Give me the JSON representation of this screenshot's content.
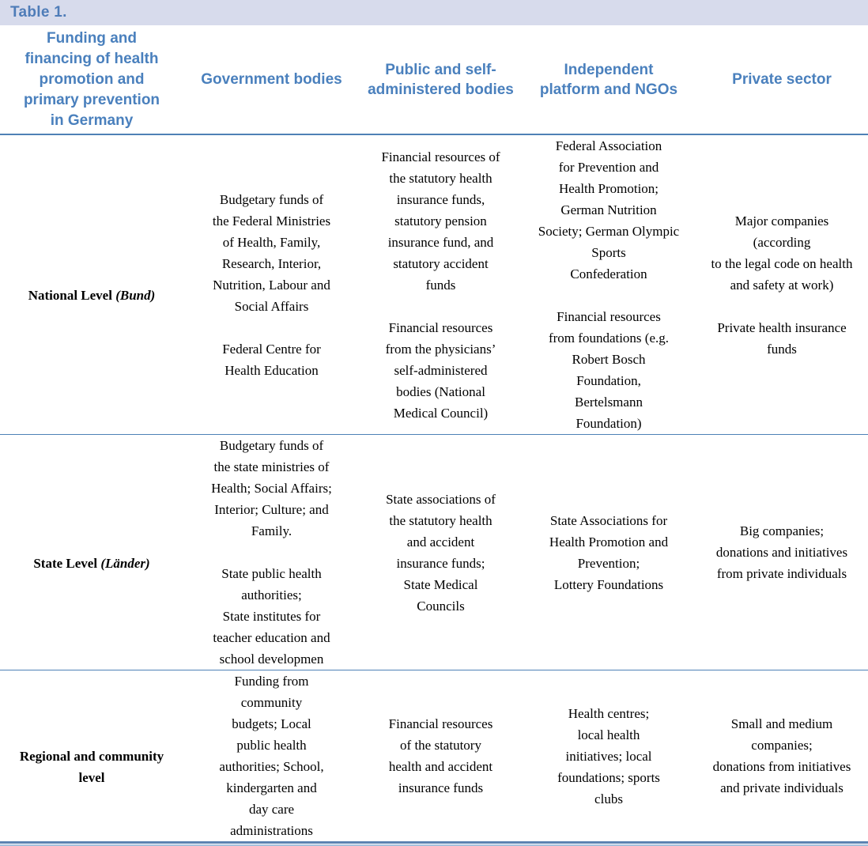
{
  "title_bar": {
    "label": "Table 1."
  },
  "colors": {
    "title_bar_background": "#d7dbec",
    "header_text": "#4a80bd",
    "rule_line": "#4e81b6",
    "bottom_rule_dark": "#5c82b1",
    "bottom_rule_light": "#a4bfdc",
    "body_text": "#000000"
  },
  "table": {
    "corner_header": "Funding and\nfinancing of health\npromotion and\nprimary prevention\nin Germany",
    "column_headers": {
      "government": "Government bodies",
      "public_bodies": "Public and self-\nadministered bodies",
      "ngos": "Independent\nplatform and NGOs",
      "private_sector": "Private sector"
    },
    "rows": [
      {
        "label": {
          "text": "National Level ",
          "italic": "(Bund)"
        },
        "government": [
          "Budgetary funds of\nthe Federal Ministries\nof Health, Family,\nResearch, Interior,\nNutrition, Labour and\nSocial Affairs",
          "Federal Centre for\nHealth Education"
        ],
        "public_bodies": [
          "Financial resources of\nthe statutory health\ninsurance funds,\nstatutory pension\ninsurance fund, and\nstatutory accident\nfunds",
          "Financial resources\nfrom the physicians’\nself-administered\nbodies (National\nMedical Council)"
        ],
        "ngos": [
          "Federal Association\nfor Prevention and\nHealth Promotion;\nGerman Nutrition\nSociety; German Olympic\nSports\nConfederation",
          "Financial resources\nfrom foundations (e.g.\nRobert Bosch\nFoundation,\nBertelsmann\nFoundation)"
        ],
        "private_sector": [
          "Major companies\n(according\nto the legal code on health\nand safety at work)",
          "Private health insurance\nfunds"
        ]
      },
      {
        "label": {
          "text": "State Level ",
          "italic": "(Länder)"
        },
        "government": [
          "Budgetary funds of\nthe state ministries of\nHealth; Social Affairs;\nInterior; Culture; and\nFamily.",
          "State public health\nauthorities;\nState institutes for\nteacher education and\nschool developmen"
        ],
        "public_bodies": [
          "State associations of\nthe statutory health\nand accident\ninsurance funds;\nState Medical\nCouncils"
        ],
        "ngos": [
          "State Associations for\nHealth Promotion and\nPrevention;\nLottery Foundations"
        ],
        "private_sector": [
          "Big companies;\ndonations and initiatives\nfrom private individuals"
        ]
      },
      {
        "label": {
          "text": "Regional and community\nlevel",
          "italic": ""
        },
        "government": [
          "Funding from\ncommunity\nbudgets; Local\npublic health\nauthorities; School,\nkindergarten and\nday care\nadministrations"
        ],
        "public_bodies": [
          "Financial resources\nof the statutory\nhealth and accident\ninsurance funds"
        ],
        "ngos": [
          "Health centres;\nlocal health\ninitiatives; local\nfoundations; sports\nclubs"
        ],
        "private_sector": [
          "Small and medium\ncompanies;\ndonations from initiatives\nand private individuals"
        ]
      }
    ]
  }
}
